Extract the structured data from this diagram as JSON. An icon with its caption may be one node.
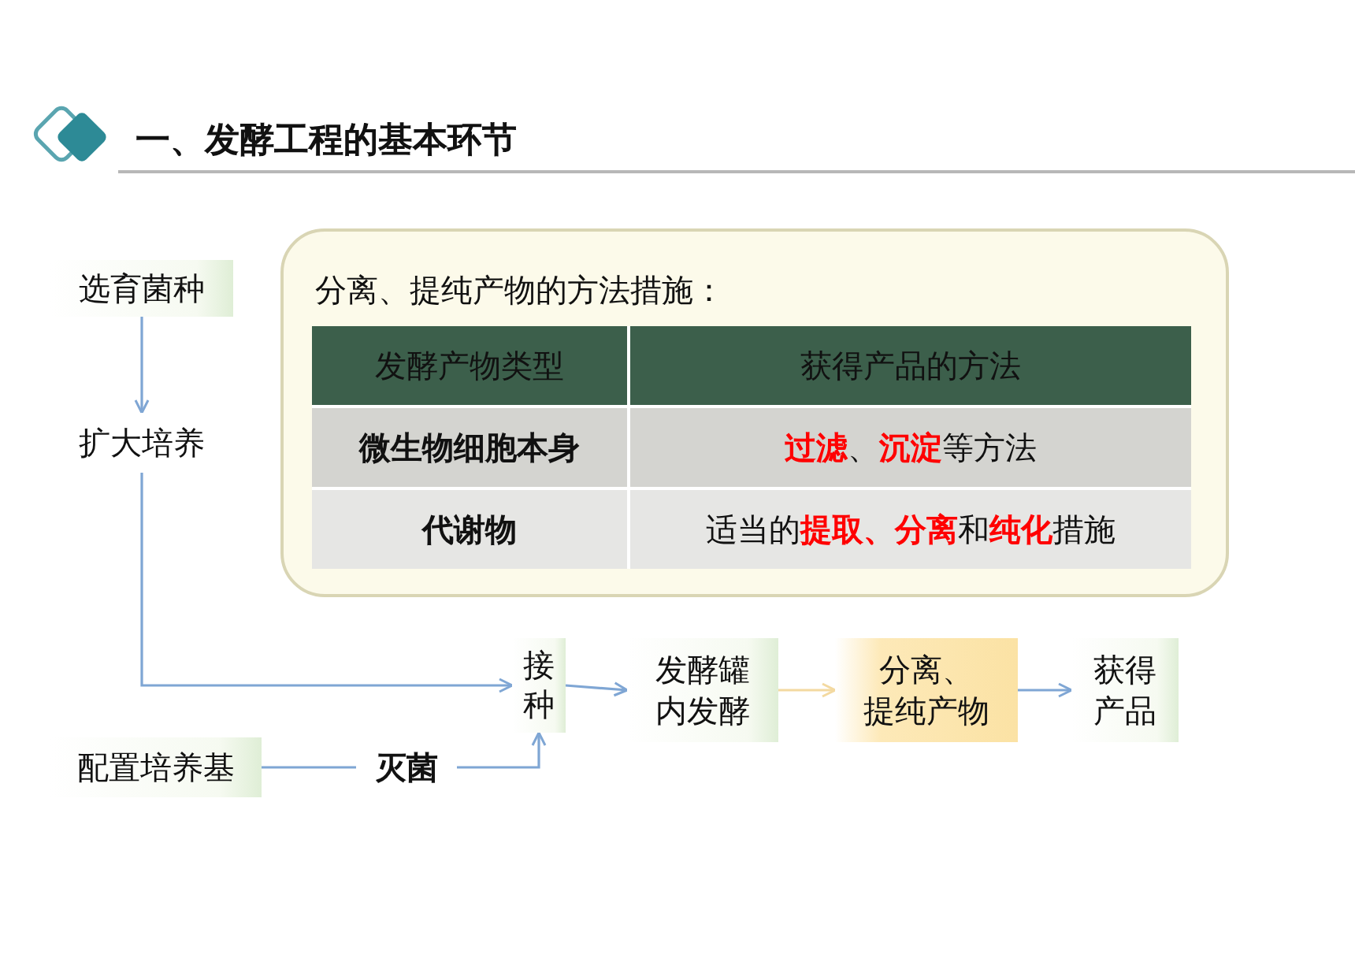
{
  "diagram": {
    "title": "一、发酵工程的基本环节",
    "nodes": [
      {
        "text": [
          "选育菌种"
        ]
      },
      {
        "text": [
          "扩大培养"
        ]
      },
      {
        "text": [
          "接种"
        ]
      },
      {
        "text": [
          "发酵罐内发酵"
        ]
      },
      {
        "text": [
          "分离、提纯产物"
        ]
      },
      {
        "text": [
          "获得产品"
        ]
      },
      {
        "text": [
          "配置培养基"
        ]
      },
      {
        "text": [
          "灭菌"
        ]
      },
      {
        "text": [
          "分离、提纯产物的方法措施："
        ]
      }
    ],
    "edges": [
      {
        "from": 0,
        "to": 1,
        "arrow": "to"
      },
      {
        "from": 1,
        "to": 2,
        "arrow": "to"
      },
      {
        "from": 6,
        "to": 7,
        "arrow": "none"
      },
      {
        "from": 7,
        "to": 2,
        "arrow": "to"
      },
      {
        "from": 2,
        "to": 3,
        "arrow": "to"
      },
      {
        "from": 3,
        "to": 4,
        "arrow": "to",
        "color": "#f3d9a0"
      },
      {
        "from": 4,
        "to": 5,
        "arrow": "to"
      }
    ],
    "labels": [
      "发酵产物类型",
      "获得产品的方法",
      "微生物细胞本身",
      "**过滤**、**沉淀**等方法",
      "代谢物",
      "适当的**提取、分离**和**纯化**措施"
    ]
  }
}
